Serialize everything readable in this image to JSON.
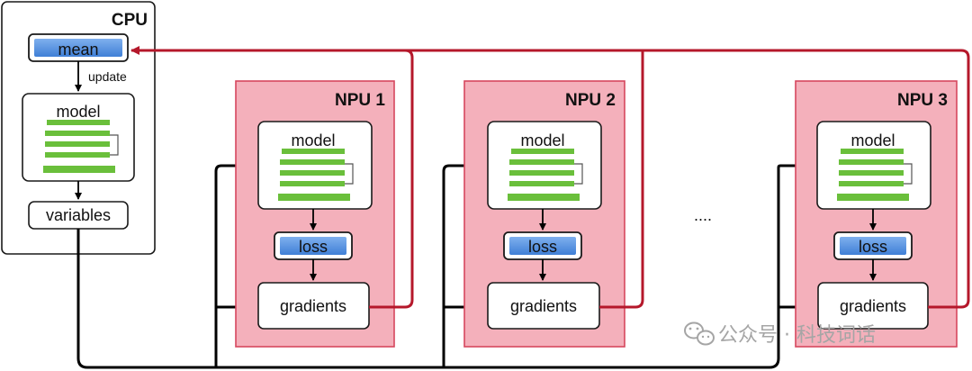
{
  "cpu": {
    "title": "CPU",
    "mean_label": "mean",
    "update_label": "update",
    "model_label": "model",
    "variables_label": "variables"
  },
  "npus": [
    {
      "title": "NPU 1",
      "model_label": "model",
      "loss_label": "loss",
      "gradients_label": "gradients"
    },
    {
      "title": "NPU 2",
      "model_label": "model",
      "loss_label": "loss",
      "gradients_label": "gradients"
    },
    {
      "title": "NPU 3",
      "model_label": "model",
      "loss_label": "loss",
      "gradients_label": "gradients"
    }
  ],
  "ellipsis": "....",
  "watermark": {
    "text": "公众号 · 科技词话",
    "icon": "wechat-icon"
  },
  "colors": {
    "npu_fill": "#f4b0bb",
    "npu_border": "#d6475e",
    "accent_red": "#b5182b",
    "model_bar": "#6abf3b",
    "tensor_blue": "#4a8be0",
    "tensor_border": "#1a1a1a",
    "line_black": "#000000"
  }
}
